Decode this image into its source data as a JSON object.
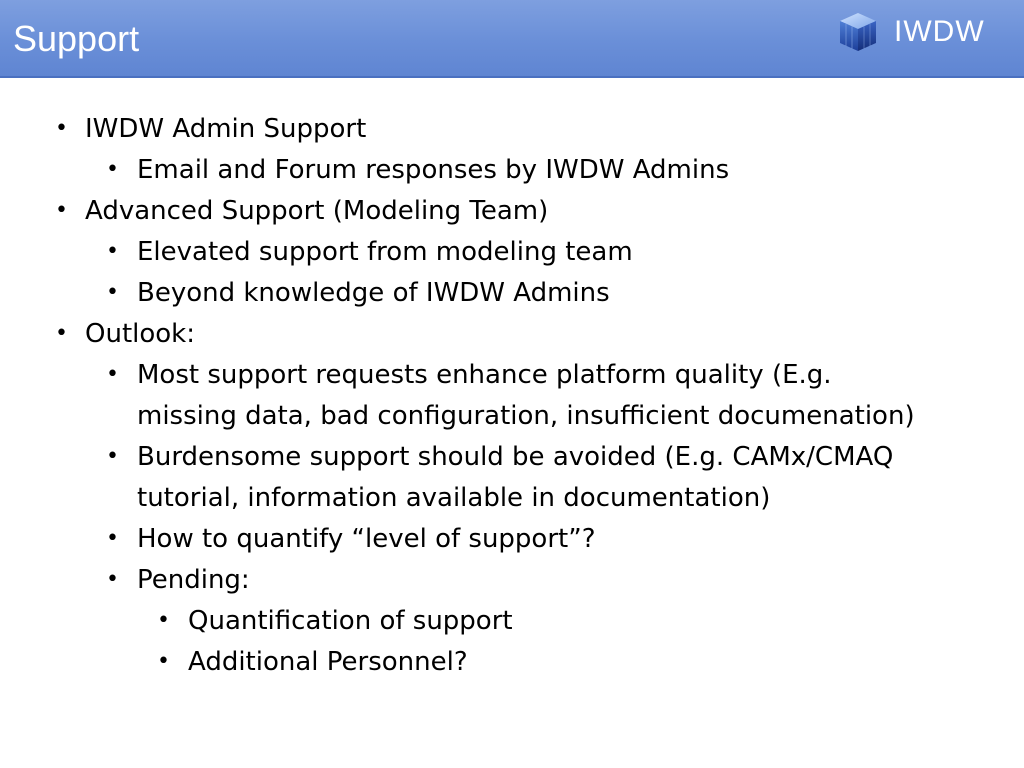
{
  "header": {
    "title": "Support",
    "logo_text": "IWDW",
    "logo_icon": "cube-icon"
  },
  "bullets": [
    {
      "level": 1,
      "text": "IWDW Admin Support"
    },
    {
      "level": 2,
      "text": "Email and Forum responses by IWDW Admins"
    },
    {
      "level": 1,
      "text": "Advanced Support (Modeling Team)"
    },
    {
      "level": 2,
      "text": "Elevated support from modeling team"
    },
    {
      "level": 2,
      "text": "Beyond knowledge of IWDW Admins"
    },
    {
      "level": 1,
      "text": "Outlook:"
    },
    {
      "level": 2,
      "text": "Most support requests enhance platform quality (E.g."
    },
    {
      "level": 2,
      "continuation": true,
      "text": "missing data, bad configuration, insufficient documenation)"
    },
    {
      "level": 2,
      "text": "Burdensome support should be avoided (E.g. CAMx/CMAQ"
    },
    {
      "level": 2,
      "continuation": true,
      "text": "tutorial, information available in documentation)"
    },
    {
      "level": 2,
      "text": "How to quantify “level of support”?"
    },
    {
      "level": 2,
      "text": "Pending:"
    },
    {
      "level": 3,
      "text": "Quantification of support"
    },
    {
      "level": 3,
      "text": "Additional Personnel?"
    }
  ],
  "colors": {
    "header_bg": "#6a8fd8",
    "header_text": "#ffffff",
    "body_text": "#000000"
  }
}
